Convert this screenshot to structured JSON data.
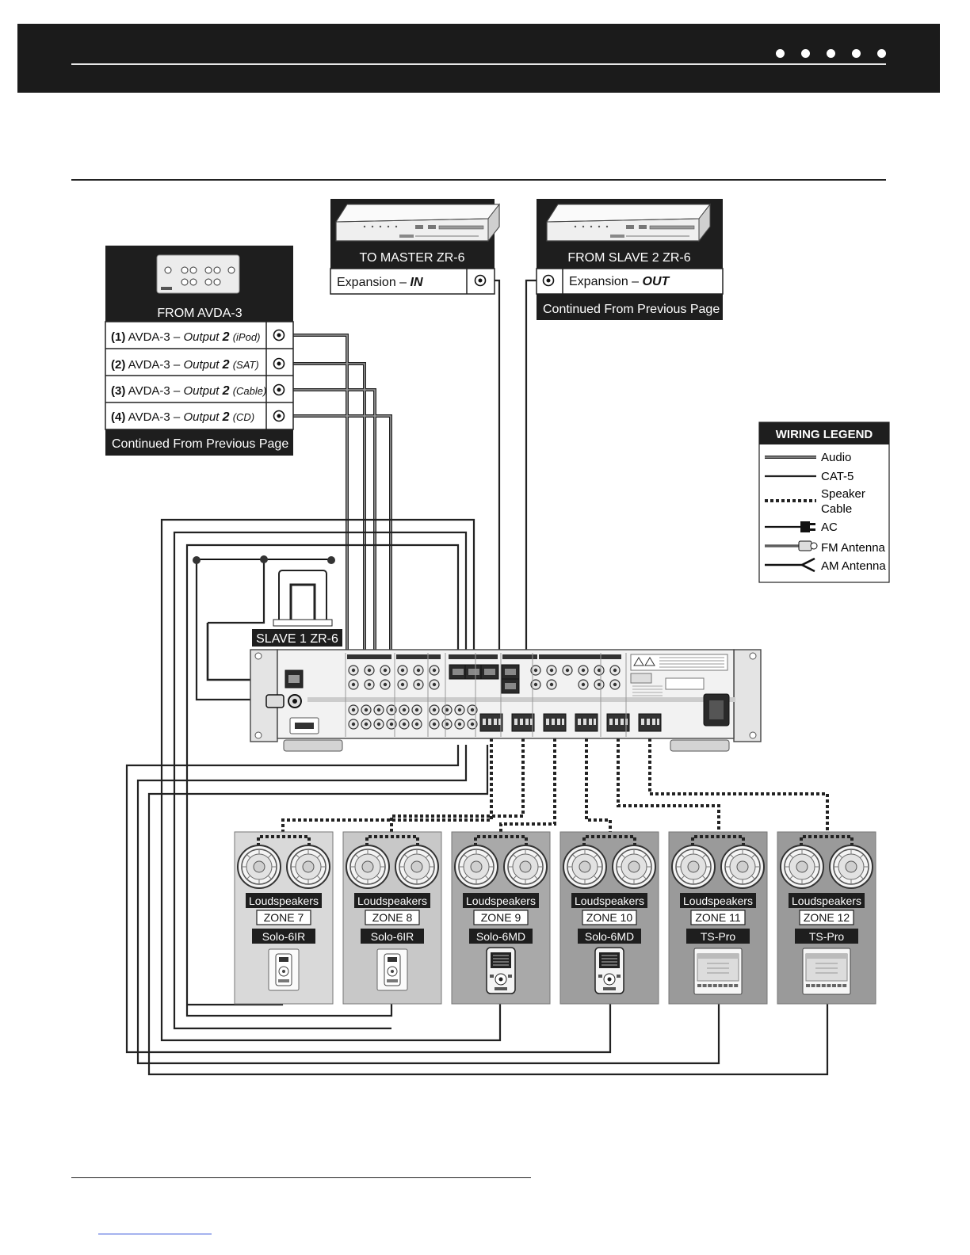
{
  "avda": {
    "title": "FROM AVDA-3",
    "rows": [
      {
        "num": "(1)",
        "label": " AVDA-3 – ",
        "out": "Output",
        "n": "2",
        "src": "(iPod)"
      },
      {
        "num": "(2)",
        "label": " AVDA-3 – ",
        "out": "Output",
        "n": "2",
        "src": "(SAT)"
      },
      {
        "num": "(3)",
        "label": " AVDA-3 – ",
        "out": "Output",
        "n": "2",
        "src": "(Cable)"
      },
      {
        "num": "(4)",
        "label": " AVDA-3 – ",
        "out": "Output",
        "n": "2",
        "src": "(CD)"
      }
    ],
    "footer": "Continued From Previous Page"
  },
  "master": {
    "title": "TO MASTER ZR-6",
    "port_label": "Expansion – ",
    "port_type": "IN"
  },
  "slave2": {
    "title": "FROM SLAVE 2 ZR-6",
    "port_label": "Expansion – ",
    "port_type": "OUT",
    "footer": "Continued From Previous Page"
  },
  "slave1": {
    "title": "SLAVE 1 ZR-6"
  },
  "legend": {
    "title": "WIRING LEGEND",
    "items": [
      {
        "icon": "audio-line-icon",
        "label": "Audio"
      },
      {
        "icon": "cat5-line-icon",
        "label": "CAT-5"
      },
      {
        "icon": "speaker-cable-line-icon",
        "label": "Speaker",
        "label2": "Cable"
      },
      {
        "icon": "ac-plug-icon",
        "label": "AC"
      },
      {
        "icon": "fm-antenna-icon",
        "label": "FM Antenna"
      },
      {
        "icon": "am-antenna-icon",
        "label": "AM Antenna"
      }
    ]
  },
  "zones": [
    {
      "speakers": "Loudspeakers",
      "zone": "ZONE 7",
      "keypad": "Solo-6IR",
      "style": "solo-ir"
    },
    {
      "speakers": "Loudspeakers",
      "zone": "ZONE 8",
      "keypad": "Solo-6IR",
      "style": "solo-ir"
    },
    {
      "speakers": "Loudspeakers",
      "zone": "ZONE 9",
      "keypad": "Solo-6MD",
      "style": "solo-md"
    },
    {
      "speakers": "Loudspeakers",
      "zone": "ZONE 10",
      "keypad": "Solo-6MD",
      "style": "solo-md"
    },
    {
      "speakers": "Loudspeakers",
      "zone": "ZONE 11",
      "keypad": "TS-Pro",
      "style": "ts-pro"
    },
    {
      "speakers": "Loudspeakers",
      "zone": "ZONE 12",
      "keypad": "TS-Pro",
      "style": "ts-pro"
    }
  ],
  "colors": {
    "band": "#1b1b1b",
    "panel_dark": "#1e1e1e",
    "zone_light": "#d9d9d9",
    "zone_mid": "#c4c4c4",
    "zone_dark": "#9a9a9a",
    "wire_outer": "#222222",
    "wire_inner": "#9a9a9a"
  }
}
